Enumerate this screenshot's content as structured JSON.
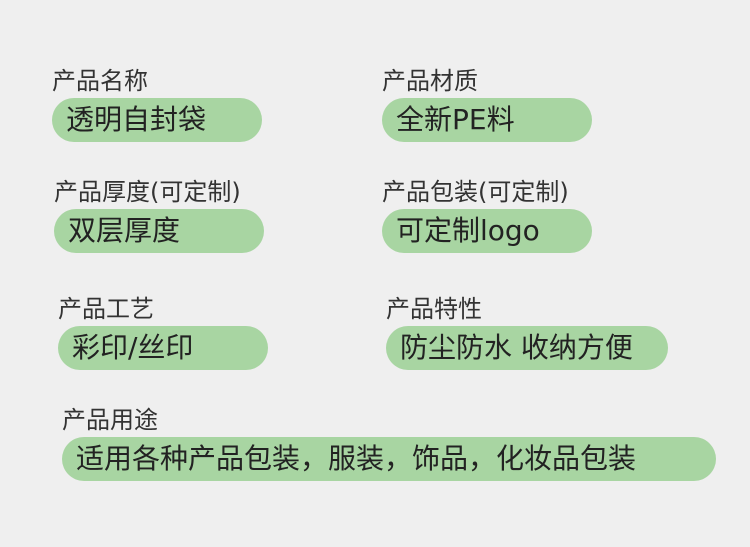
{
  "fields": [
    {
      "label": "产品名称",
      "value": "透明自封袋"
    },
    {
      "label": "产品材质",
      "value": "全新PE料"
    },
    {
      "label": "产品厚度(可定制)",
      "value": "双层厚度"
    },
    {
      "label": "产品包装(可定制)",
      "value": "可定制logo"
    },
    {
      "label": "产品工艺",
      "value": "彩印/丝印"
    },
    {
      "label": "产品特性",
      "value": "防尘防水 收纳方便"
    },
    {
      "label": "产品用途",
      "value": "适用各种产品包装，服装，饰品，化妆品包装"
    }
  ],
  "colors": {
    "background": "#efefef",
    "pill": "#a8d5a2",
    "label_text": "#333333",
    "value_text": "#222222"
  }
}
